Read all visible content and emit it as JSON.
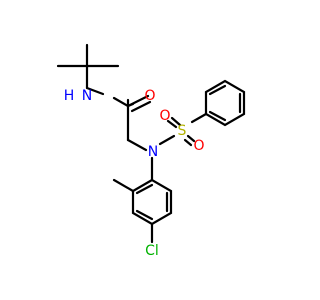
{
  "atoms": {
    "amide_n": {
      "text": "N",
      "color": "#0000ff"
    },
    "amide_h": {
      "text": "H",
      "color": "#0000ff"
    },
    "carbonyl_o": {
      "text": "O",
      "color": "#ff0000"
    },
    "sulfonamide_n": {
      "text": "N",
      "color": "#0000ff"
    },
    "sulfur": {
      "text": "S",
      "color": "#b2b200"
    },
    "sulfonyl_o_upper": {
      "text": "O",
      "color": "#ff0000"
    },
    "sulfonyl_o_lower": {
      "text": "O",
      "color": "#ff0000"
    },
    "chlorine": {
      "text": "Cl",
      "color": "#00b200"
    }
  }
}
